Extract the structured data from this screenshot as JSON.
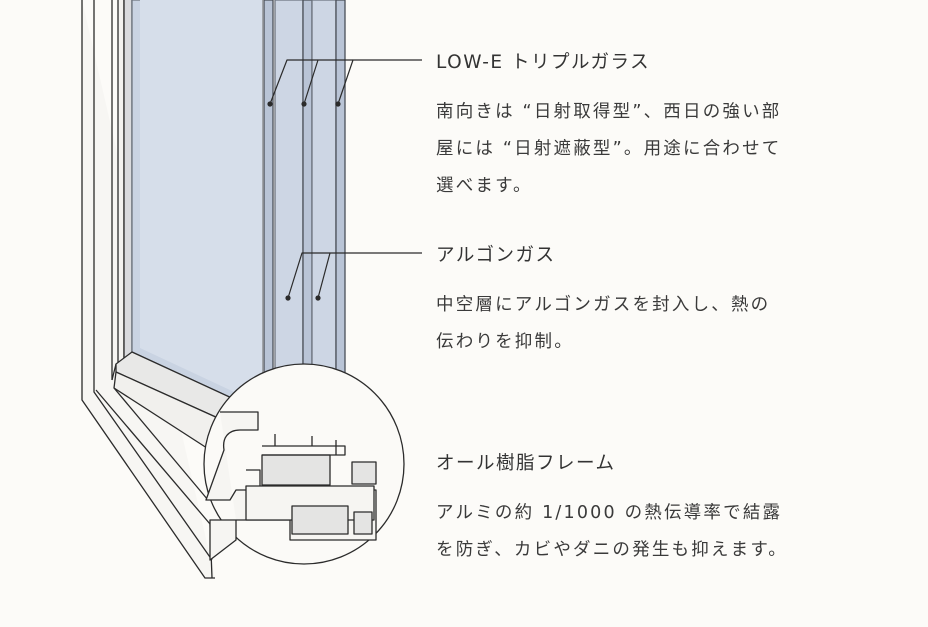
{
  "callouts": [
    {
      "title": "LOW-E トリプルガラス",
      "body_lines": [
        "南向きは “日射取得型”、西日の強い部",
        "屋には “日射遮蔽型”。用途に合わせて",
        "選べます。"
      ]
    },
    {
      "title": "アルゴンガス",
      "body_lines": [
        "中空層にアルゴンガスを封入し、熱の",
        "伝わりを抑制。"
      ]
    },
    {
      "title": "オール樹脂フレーム",
      "body_lines": [
        "アルミの約 1/1000 の熱伝導率で結露",
        "を防ぎ、カビやダニの発生も抑えます。"
      ]
    }
  ],
  "colors": {
    "background": "#fcfbf8",
    "line": "#2b2b2b",
    "glass": "#cfd8e6",
    "frame": "#f6f5f2"
  }
}
